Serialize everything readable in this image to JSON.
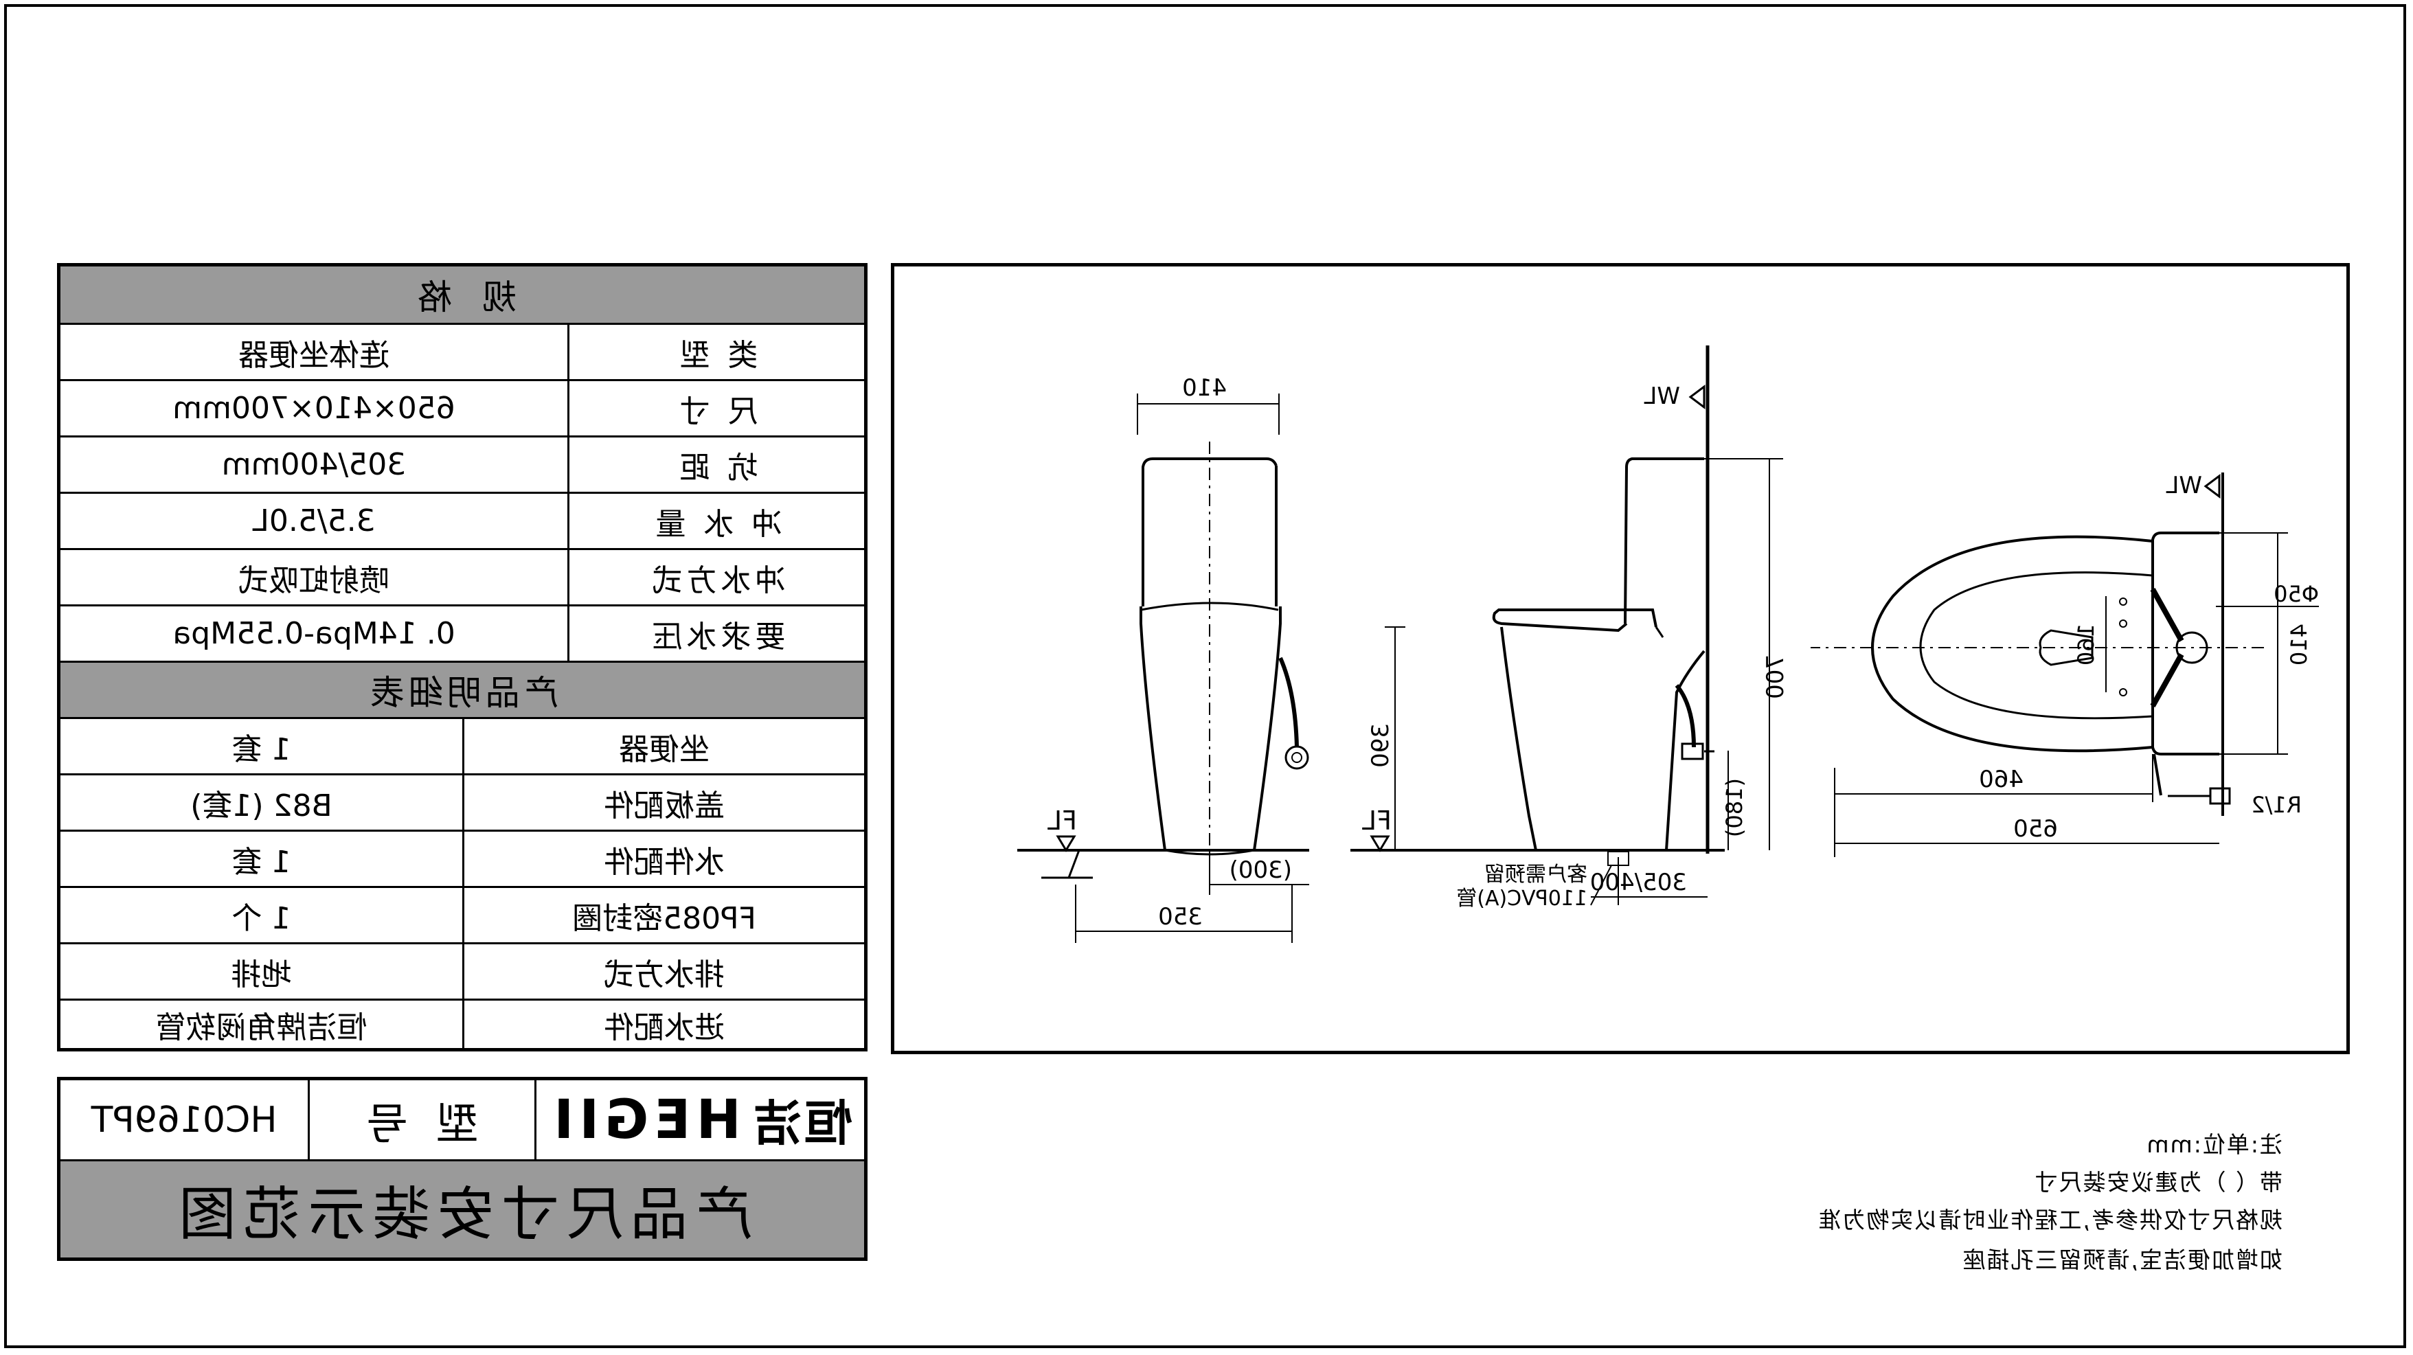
{
  "spec_table": {
    "header": "规 格",
    "rows": [
      {
        "label": "类  型",
        "value": "连体坐便器"
      },
      {
        "label": "尺  寸",
        "value": "650×410×700mm"
      },
      {
        "label": "坑  距",
        "value": "305/400mm"
      },
      {
        "label": "冲 水 量",
        "value": "3.5/5.0L"
      },
      {
        "label": "冲水方式",
        "value": "喷射虹吸式"
      },
      {
        "label": "要求水压",
        "value": "0. 14Mpa-0.55Mpa"
      }
    ],
    "parts_header": "产品明细表",
    "parts": [
      {
        "label": "坐便器",
        "value": "1 套"
      },
      {
        "label": "盖板配件",
        "value": "B82 (1套)"
      },
      {
        "label": "水件配件",
        "value": "1 套"
      },
      {
        "label": "FP085密封圈",
        "value": "1 个"
      },
      {
        "label": "排水方式",
        "value": "地排"
      },
      {
        "label": "进水配件",
        "value": "恒洁牌角阀软管"
      }
    ]
  },
  "title_block": {
    "brand_cn": "恒洁",
    "brand_en": "HEGII",
    "model_label": "型号",
    "model_value": "HC0169PT",
    "title": "产品尺寸安装示范图"
  },
  "drawing": {
    "front": {
      "width": "410",
      "base": "350",
      "offset": "(300)",
      "floor": "FL"
    },
    "side": {
      "height": "700",
      "seat": "390",
      "inlet": "(180)",
      "pit": "305/400",
      "note": "客户需预留\n110PVC(A)管",
      "wall": "WL",
      "floor": "FL"
    },
    "top": {
      "depth": "650",
      "bowl": "460",
      "width": "410",
      "diameter": "Φ50",
      "small": "160",
      "thread": "R1/2",
      "wall": "WL"
    }
  },
  "notes": [
    "注:单位:mm",
    "带（ ）为建议安装尺寸",
    "规格尺寸仅供参考,工程作业时请以实物为准",
    "如增加便洁宝,请预留三孔插座"
  ]
}
